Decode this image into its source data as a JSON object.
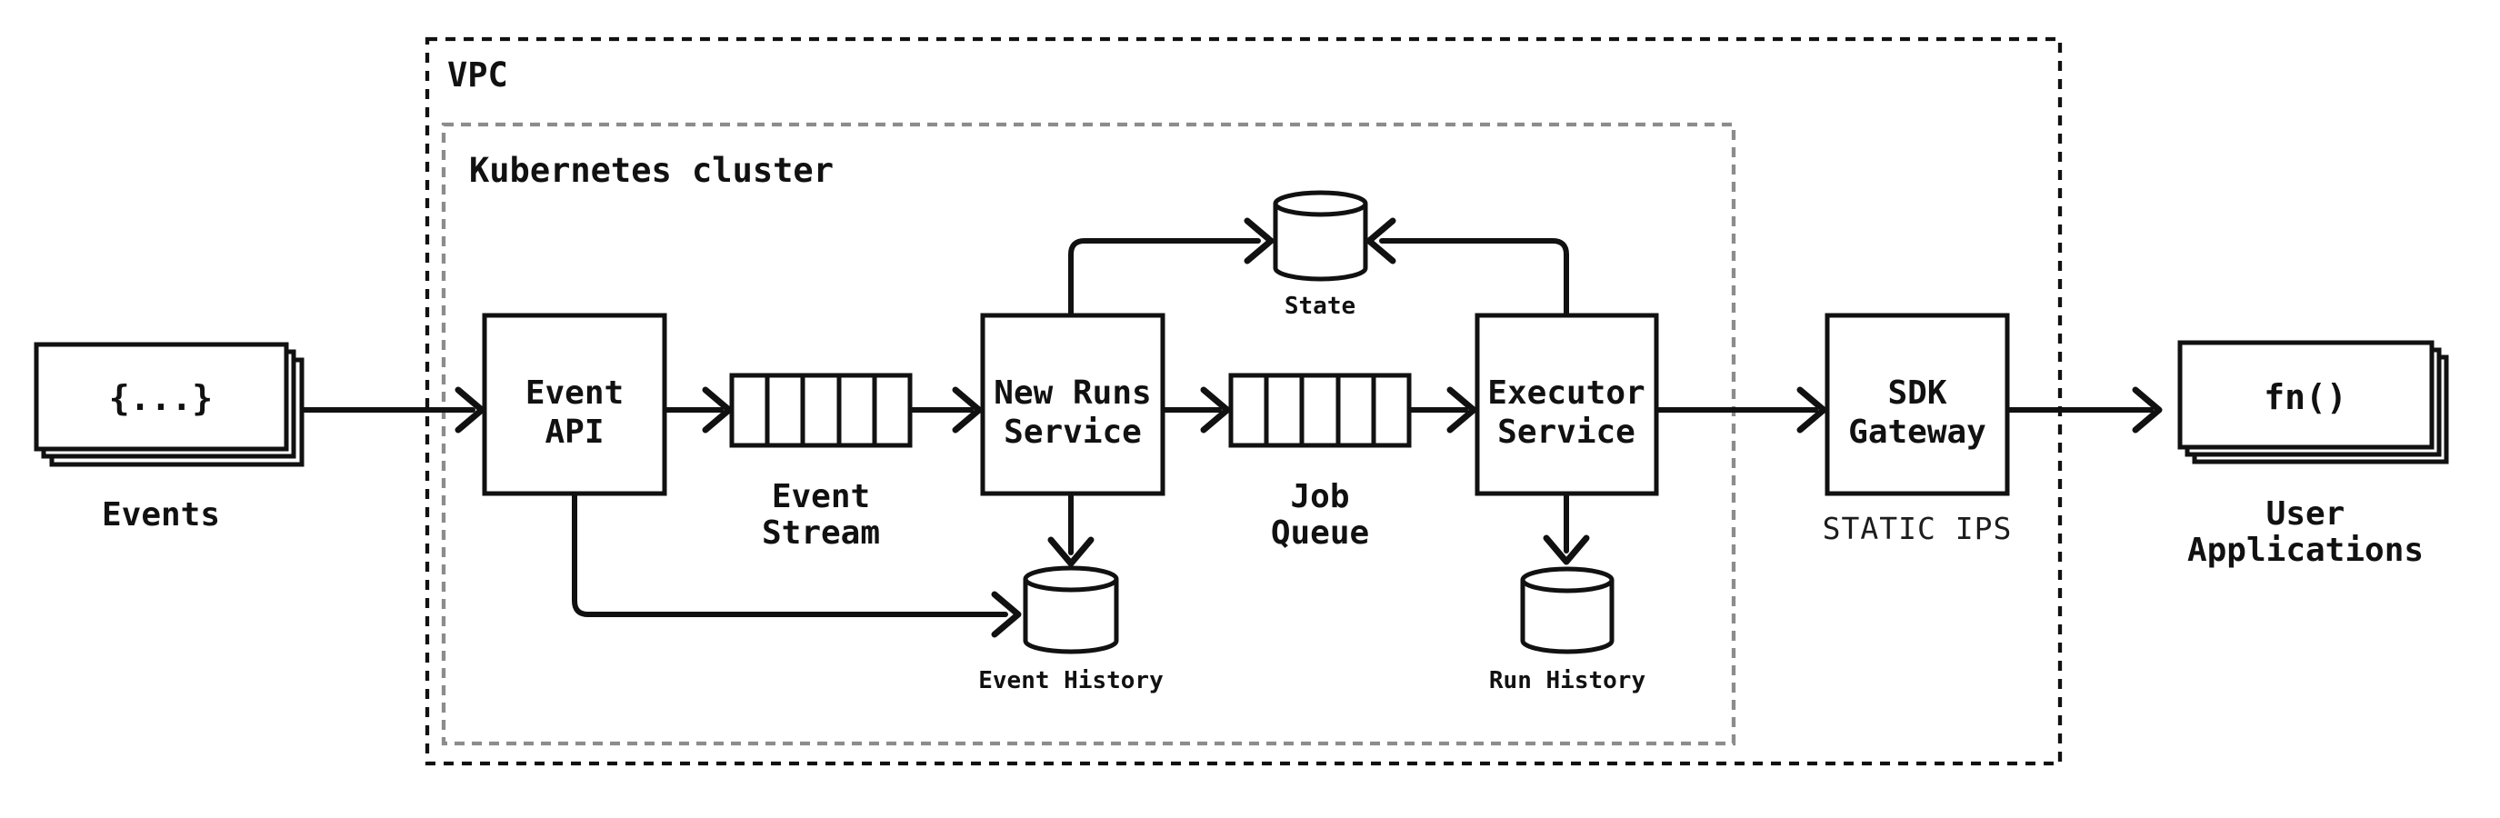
{
  "containers": {
    "vpc": {
      "label": "VPC"
    },
    "kubernetes": {
      "label": "Kubernetes cluster"
    }
  },
  "nodes": {
    "events": {
      "glyph": "{...}",
      "label": "Events"
    },
    "event_api": {
      "line1": "Event",
      "line2": "API"
    },
    "event_stream": {
      "label_line1": "Event",
      "label_line2": "Stream"
    },
    "new_runs_service": {
      "line1": "New Runs",
      "line2": "Service"
    },
    "job_queue": {
      "label_line1": "Job",
      "label_line2": "Queue"
    },
    "executor_service": {
      "line1": "Executor",
      "line2": "Service"
    },
    "sdk_gateway": {
      "line1": "SDK",
      "line2": "Gateway",
      "sublabel": "STATIC IPS"
    },
    "user_applications": {
      "glyph": "fn()",
      "label_line1": "User",
      "label_line2": "Applications"
    },
    "state": {
      "label": "State"
    },
    "event_history": {
      "label": "Event History"
    },
    "run_history": {
      "label": "Run History"
    }
  },
  "colors": {
    "ink": "#111111",
    "cluster_border": "#8c8c8c",
    "background": "#ffffff"
  }
}
